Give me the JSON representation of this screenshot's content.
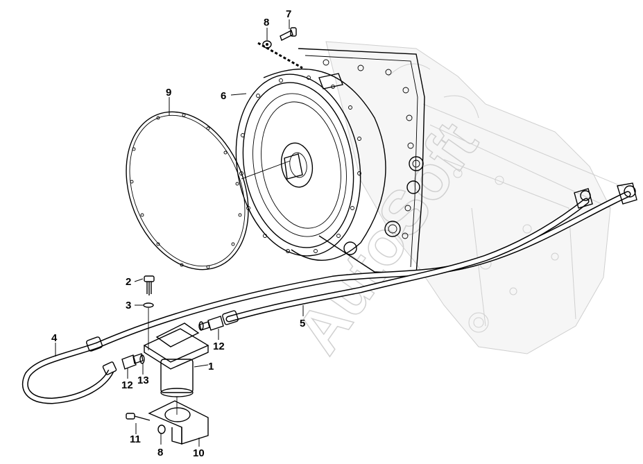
{
  "watermark": "AutoSoft",
  "callouts": [
    {
      "id": "c1",
      "text": "1"
    },
    {
      "id": "c2",
      "text": "2"
    },
    {
      "id": "c3",
      "text": "3"
    },
    {
      "id": "c4",
      "text": "4"
    },
    {
      "id": "c5",
      "text": "5"
    },
    {
      "id": "c6",
      "text": "6"
    },
    {
      "id": "c7",
      "text": "7"
    },
    {
      "id": "c8a",
      "text": "8"
    },
    {
      "id": "c8b",
      "text": "8"
    },
    {
      "id": "c9",
      "text": "9"
    },
    {
      "id": "c10",
      "text": "10"
    },
    {
      "id": "c11",
      "text": "11"
    },
    {
      "id": "c12a",
      "text": "12"
    },
    {
      "id": "c12b",
      "text": "12"
    },
    {
      "id": "c13",
      "text": "13"
    }
  ]
}
